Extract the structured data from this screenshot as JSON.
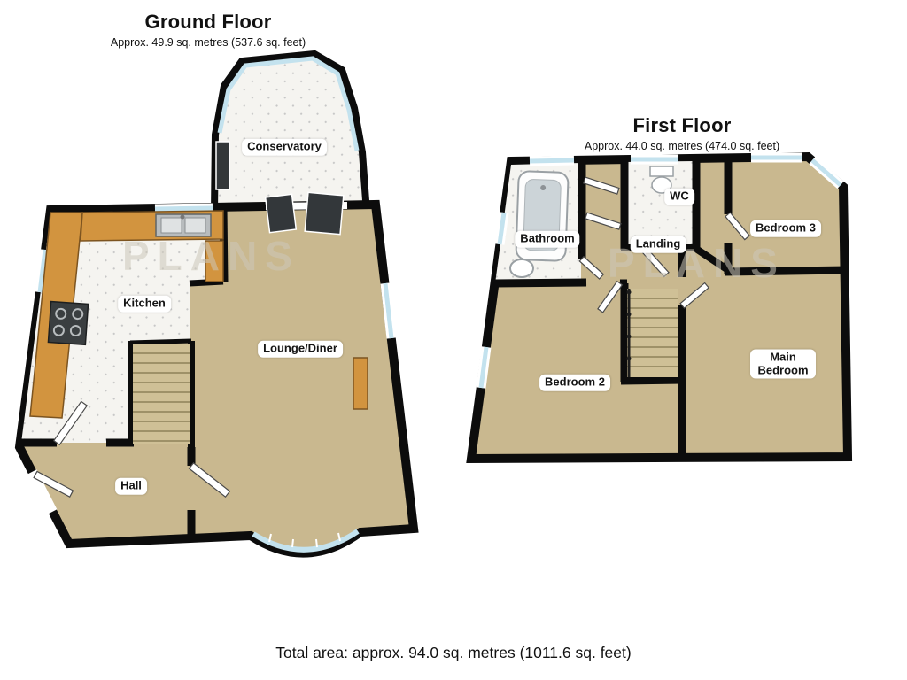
{
  "ground_floor": {
    "title": "Ground Floor",
    "area": "Approx. 49.9 sq. metres (537.6 sq. feet)",
    "rooms": {
      "conservatory": "Conservatory",
      "kitchen": "Kitchen",
      "lounge_diner": "Lounge/Diner",
      "hall": "Hall"
    }
  },
  "first_floor": {
    "title": "First Floor",
    "area": "Approx. 44.0 sq. metres (474.0 sq. feet)",
    "rooms": {
      "bathroom": "Bathroom",
      "wc": "WC",
      "landing": "Landing",
      "bedroom_3": "Bedroom 3",
      "bedroom_2": "Bedroom 2",
      "main_bedroom": "Main Bedroom"
    }
  },
  "footer": {
    "total_area": "Total area: approx. 94.0 sq. metres (1011.6 sq. feet)"
  },
  "watermark": {
    "text": "PLANS"
  },
  "colors": {
    "wall": "#0c0c0c",
    "carpet": "#c9b88f",
    "tile": "#f5f4f0",
    "counter": "#d2943f",
    "glass": "#c3e2ee",
    "stairs": "#cfc096"
  }
}
